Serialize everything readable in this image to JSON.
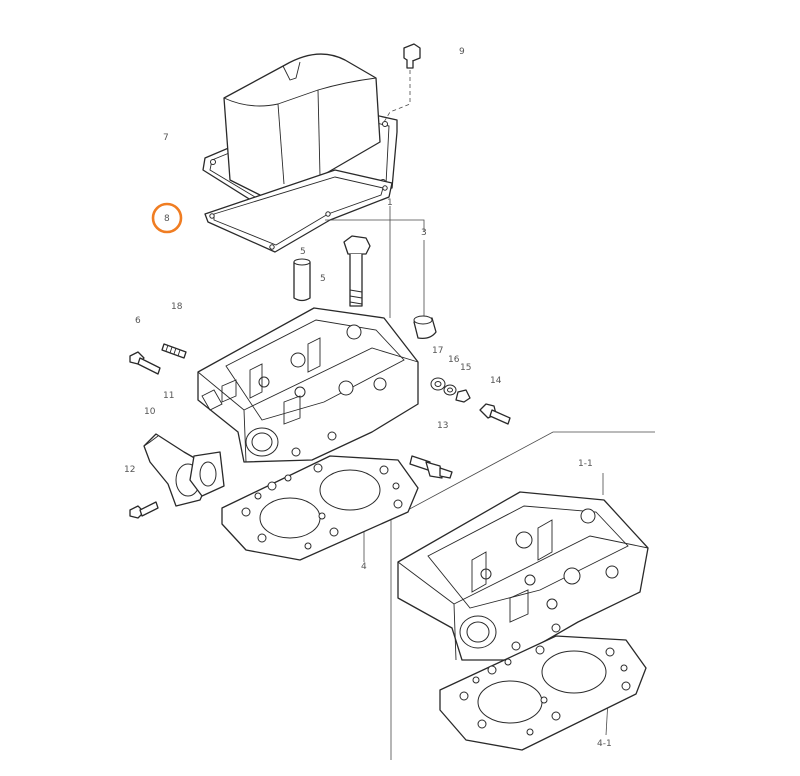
{
  "highlight_color": "#f07d22",
  "callouts": {
    "c1": "1",
    "c1_1": "1-1",
    "c3": "3",
    "c4": "4",
    "c4_1": "4-1",
    "c5a": "5",
    "c5b": "5",
    "c6": "6",
    "c7": "7",
    "c8": "8",
    "c9": "9",
    "c10": "10",
    "c11": "11",
    "c12": "12",
    "c13": "13",
    "c14": "14",
    "c15": "15",
    "c16": "16",
    "c17": "17",
    "c18": "18"
  }
}
